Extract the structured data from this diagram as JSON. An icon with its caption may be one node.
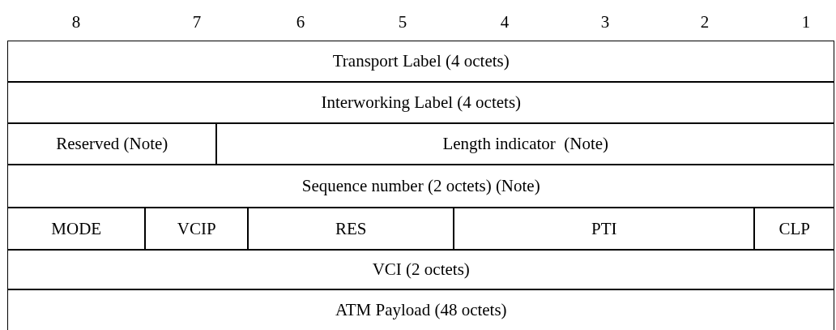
{
  "diagram": {
    "labels": [
      "8",
      "7",
      "6",
      "5",
      "4",
      "3",
      "2",
      "1",
      "Transport Label (4 octets)",
      "Interworking Label (4 octets)",
      "Reserved (Note)",
      "Length indicator  (Note)",
      "Sequence number (2 octets) (Note)",
      "MODE",
      "VCIP",
      "RES",
      "PTI",
      "CLP",
      "VCI (2 octets)",
      "ATM Payload (48 octets)"
    ]
  }
}
